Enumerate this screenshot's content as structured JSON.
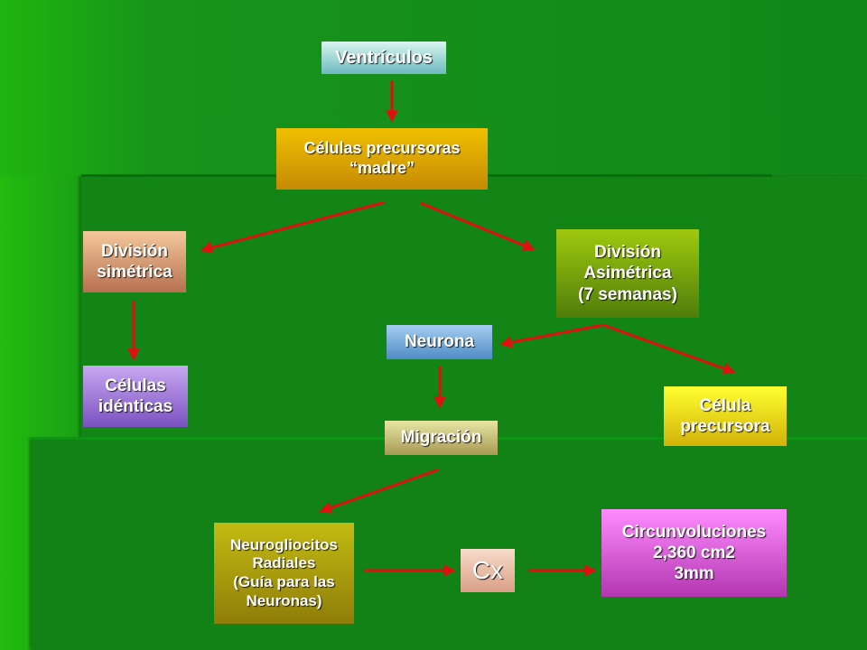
{
  "diagram": {
    "nodes": {
      "ventriculos": "Ventrículos",
      "precursoras": "Células  precursoras\n“madre”",
      "simetrica": "División\nsimétrica",
      "asimetrica": "División\nAsimétrica\n(7 semanas)",
      "neurona": "Neurona",
      "identicas": "Células\nidénticas",
      "celula_precursora": "Célula\nprecursora",
      "migracion": "Migración",
      "radiales": "Neurogliocitos\nRadiales\n(Guía para las\nNeuronas)",
      "cx": "Cx",
      "circunvoluciones": "Circunvoluciones\n2,360 cm2\n3mm"
    },
    "colors": {
      "arrow": "#e01010",
      "background": "#138416"
    }
  }
}
